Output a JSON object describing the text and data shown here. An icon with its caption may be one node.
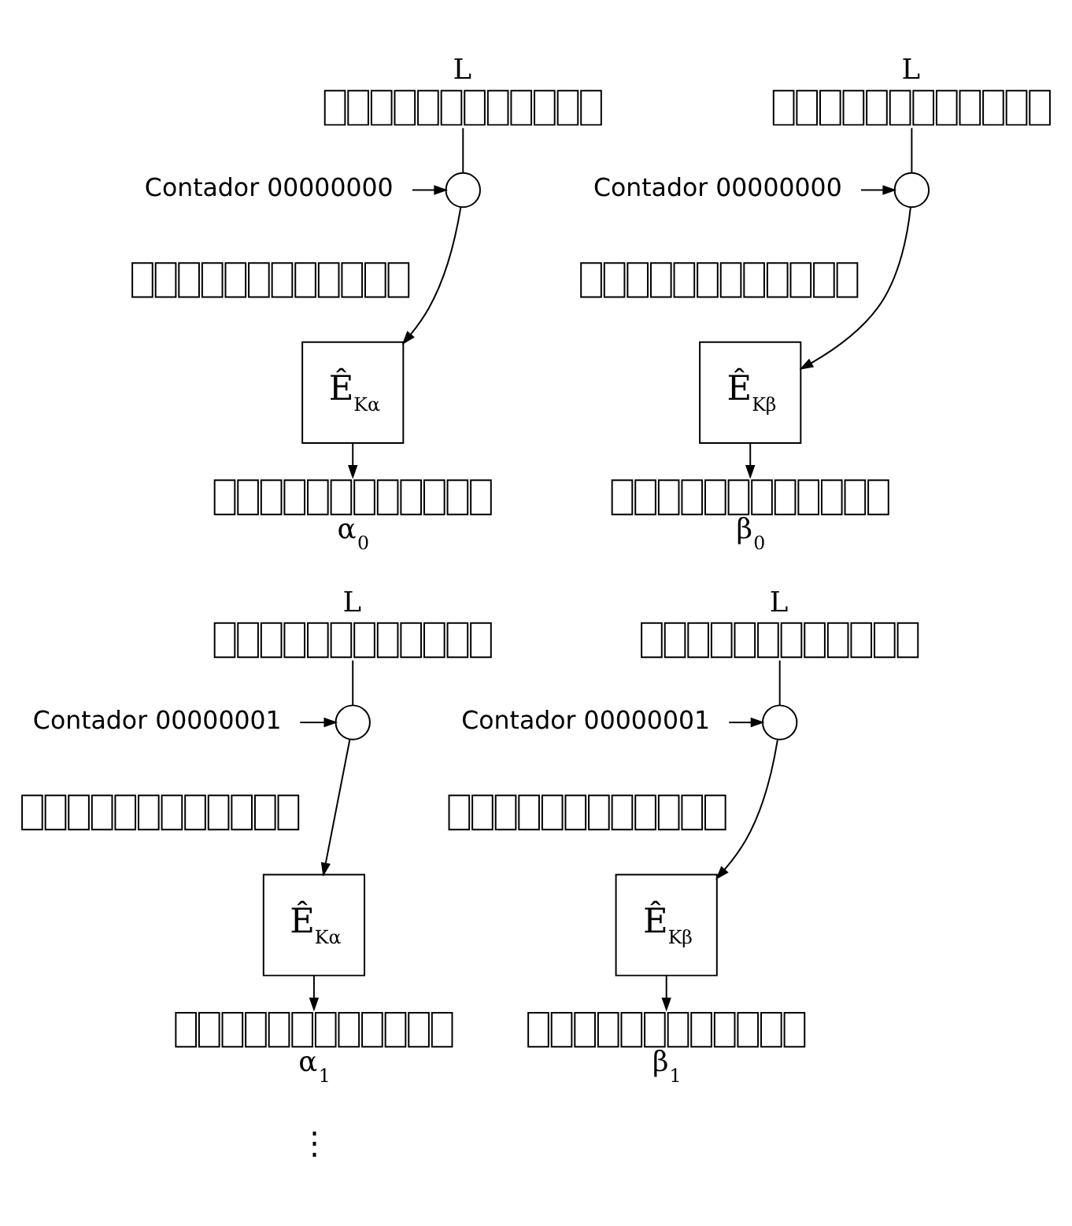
{
  "diagram": {
    "nodes": [
      {
        "text": [
          "L"
        ]
      },
      {
        "text": [
          "Contador 00000000"
        ]
      },
      {
        "text": [],
        "shape": "bar"
      },
      {
        "text": [],
        "shape": "circle"
      },
      {
        "text": [
          "Ê$_{Kα}$"
        ]
      },
      {
        "text": [
          "α$_{0}$"
        ]
      },
      {
        "text": [
          "L"
        ]
      },
      {
        "text": [
          "Contador 00000000"
        ]
      },
      {
        "text": [],
        "shape": "bar"
      },
      {
        "text": [],
        "shape": "circle"
      },
      {
        "text": [
          "Ê$_{Kβ}$"
        ]
      },
      {
        "text": [
          "β$_{0}$"
        ]
      },
      {
        "text": [
          "L"
        ]
      },
      {
        "text": [
          "Contador 00000001"
        ]
      },
      {
        "text": [],
        "shape": "bar"
      },
      {
        "text": [],
        "shape": "circle"
      },
      {
        "text": [
          "Ê$_{Kα}$"
        ]
      },
      {
        "text": [
          "α$_{1}$"
        ]
      },
      {
        "text": [
          "L"
        ]
      },
      {
        "text": [
          "Contador 00000001"
        ]
      },
      {
        "text": [],
        "shape": "bar"
      },
      {
        "text": [],
        "shape": "circle"
      },
      {
        "text": [
          "Ê$_{Kβ}$"
        ]
      },
      {
        "text": [
          "β$_{1}$"
        ]
      }
    ],
    "edges": [
      {
        "from": 0,
        "to": 3,
        "arrow": "none"
      },
      {
        "from": 1,
        "to": 3,
        "arrow": "to"
      },
      {
        "from": 3,
        "to": 4,
        "arrow": "to"
      },
      {
        "from": 4,
        "to": 5,
        "arrow": "to"
      },
      {
        "from": 6,
        "to": 9,
        "arrow": "none"
      },
      {
        "from": 7,
        "to": 9,
        "arrow": "to"
      },
      {
        "from": 9,
        "to": 10,
        "arrow": "to"
      },
      {
        "from": 10,
        "to": 11,
        "arrow": "to"
      },
      {
        "from": 12,
        "to": 15,
        "arrow": "none"
      },
      {
        "from": 13,
        "to": 15,
        "arrow": "to"
      },
      {
        "from": 15,
        "to": 16,
        "arrow": "to"
      },
      {
        "from": 16,
        "to": 17,
        "arrow": "to"
      },
      {
        "from": 18,
        "to": 21,
        "arrow": "none"
      },
      {
        "from": 19,
        "to": 21,
        "arrow": "to"
      },
      {
        "from": 21,
        "to": 22,
        "arrow": "to"
      },
      {
        "from": 22,
        "to": 23,
        "arrow": "to"
      }
    ],
    "labels": [
      "⋮"
    ]
  }
}
